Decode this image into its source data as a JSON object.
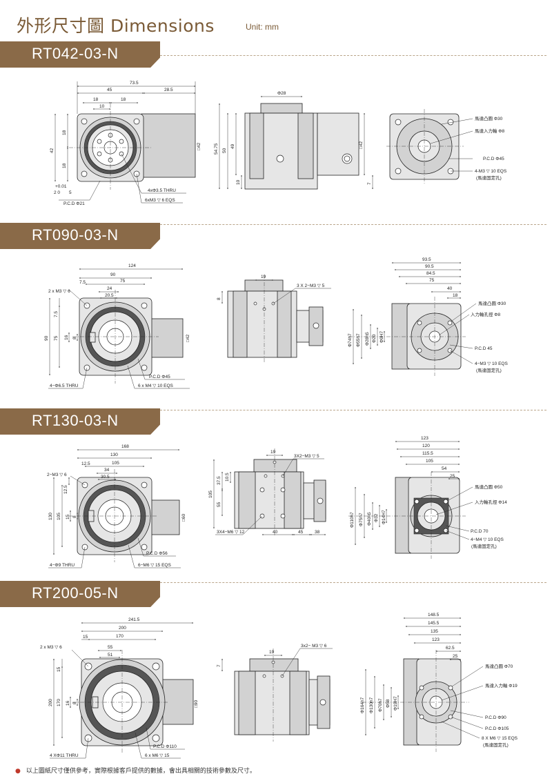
{
  "header": {
    "title": "外形尺寸圖 Dimensions",
    "unit": "Unit: mm"
  },
  "sections": [
    {
      "label": "RT042-03-N",
      "front": {
        "overall": "73.5",
        "d45": "45",
        "d28_5": "28.5",
        "d18a": "18",
        "d18b": "18",
        "d10": "10",
        "v42": "42",
        "v18a": "18",
        "v18b": "18",
        "tol": "+0.01",
        "d2": "2 0",
        "d5": "5",
        "pcd": "P.C.D  Φ21",
        "thru": "4xΦ3.5 THRU",
        "eqs": "6xM3 ▽ 6 EQS",
        "sq": "□42"
      },
      "side": {
        "d28": "Φ28",
        "v54_75": "54.75",
        "v50": "50",
        "v49": "49",
        "v10": "10",
        "sq": "□42",
        "v7": "7"
      },
      "rear": {
        "c1": "馬達凸圓  Φ30",
        "c2": "馬達入力軸  Φ8",
        "c3": "P.C.D  Φ45",
        "c4": "4-M3 ▽ 10 EQS",
        "c5": "(馬達固定孔)"
      }
    },
    {
      "label": "RT090-03-N",
      "front": {
        "overall": "124",
        "d90": "90",
        "d75": "75",
        "d7_5": "7.5",
        "d24": "24",
        "d20_5": "20.5",
        "tap": "2 x M3 ▽ 6",
        "v7_5": "7.5",
        "v90": "90",
        "v75": "75",
        "v16": "16",
        "v8": "8",
        "pcd": "P.C.D  Φ45",
        "eqs": "6 x M4 ▽ 10 EQS",
        "thru": "4−Φ6.5 THRU",
        "sq": "□42"
      },
      "side": {
        "d19": "19",
        "tap": "3 X 2−M3 ▽ 5",
        "v8": "8"
      },
      "rear": {
        "r1": "93.5",
        "r2": "90.5",
        "r3": "84.5",
        "r4": "75",
        "r5": "40",
        "r6": "18",
        "v1": "Φ74h7",
        "v2": "Φ55h7",
        "v3": "Φ28h5",
        "v4": "Φ20",
        "v5": "Φ9H7",
        "c1": "馬達凸圓  Φ30",
        "c2": "入力軸孔徑  Φ8",
        "c3": "P.C.D 45",
        "c4": "4−M3 ▽ 10 EQS",
        "c5": "(馬達固定孔)"
      }
    },
    {
      "label": "RT130-03-N",
      "front": {
        "overall": "168",
        "d130": "130",
        "d105": "105",
        "d12_5": "12.5",
        "d34": "34",
        "d30_5": "30.5",
        "tap": "2−M3 ▽ 6",
        "v130": "130",
        "v105": "105",
        "v12_5": "12.5",
        "v15": "15",
        "v8": "8",
        "pcd": "P.C.D  Φ56",
        "eqs": "6−M6 ▽ 15 EQS",
        "thru": "4−Φ9 THRU",
        "sq": "□60"
      },
      "side": {
        "d19": "19",
        "tap": "3X2−M3 ▽ 5",
        "v105": "105",
        "v37_5": "37.5",
        "v10_5": "10.5",
        "v55": "55",
        "tap2": "3X4−M6 ▽ 12",
        "h40": "40",
        "h45": "45",
        "h38": "38"
      },
      "rear": {
        "r1": "123",
        "r2": "120",
        "r3": "115.5",
        "r4": "105",
        "r5": "54",
        "r6": "25",
        "v1": "Φ110h7",
        "v2": "Φ75h7",
        "v3": "Φ40h5",
        "v4": "Φ32",
        "v5": "Φ14H7",
        "c1": "馬達凸圓  Φ50",
        "c2": "入力軸孔徑  Φ14",
        "c3": "P.C.D 70",
        "c4": "4−M4 ▽ 10 EQS",
        "c5": "(馬達固定孔)"
      }
    },
    {
      "label": "RT200-05-N",
      "front": {
        "overall": "241.5",
        "d200": "200",
        "d170": "170",
        "d15": "15",
        "d55": "55",
        "d51": "51",
        "tap": "2 x M3 ▽ 6",
        "v15": "15",
        "v200": "200",
        "v170": "170",
        "v16": "16",
        "v8": "8",
        "pcd": "P.C.D  Φ110",
        "eqs": "6 x M6 ▽ 15",
        "thru": "4 XΦ11 THRU",
        "sq": "□90"
      },
      "side": {
        "d19": "19",
        "tap": "3x2− M3 ▽ 6",
        "v7": "7"
      },
      "rear": {
        "r1": "148.5",
        "r2": "145.5",
        "r3": "135",
        "r4": "123",
        "r5": "62.5",
        "r6": "25",
        "v1": "Φ164h7",
        "v2": "Φ130h7",
        "v3": "Φ70h7",
        "v4": "Φ58",
        "v5": "Φ19H7",
        "c1": "馬達凸圓  Φ70",
        "c2": "馬達入力軸  Φ19",
        "c3": "P.C.D  Φ90",
        "c4": "P.C.D  Φ105",
        "c5": "8 X M6 ▽ 15 EQS",
        "c6": "(馬達固定孔)"
      }
    }
  ],
  "footnote": "以上圖紙尺寸僅供參考，實際根據客戶提供的數據，會出具相關的技術參數及尺寸。",
  "colors": {
    "brand": "#8a6a48",
    "title": "#7a5a36",
    "bullet": "#c0392b"
  }
}
